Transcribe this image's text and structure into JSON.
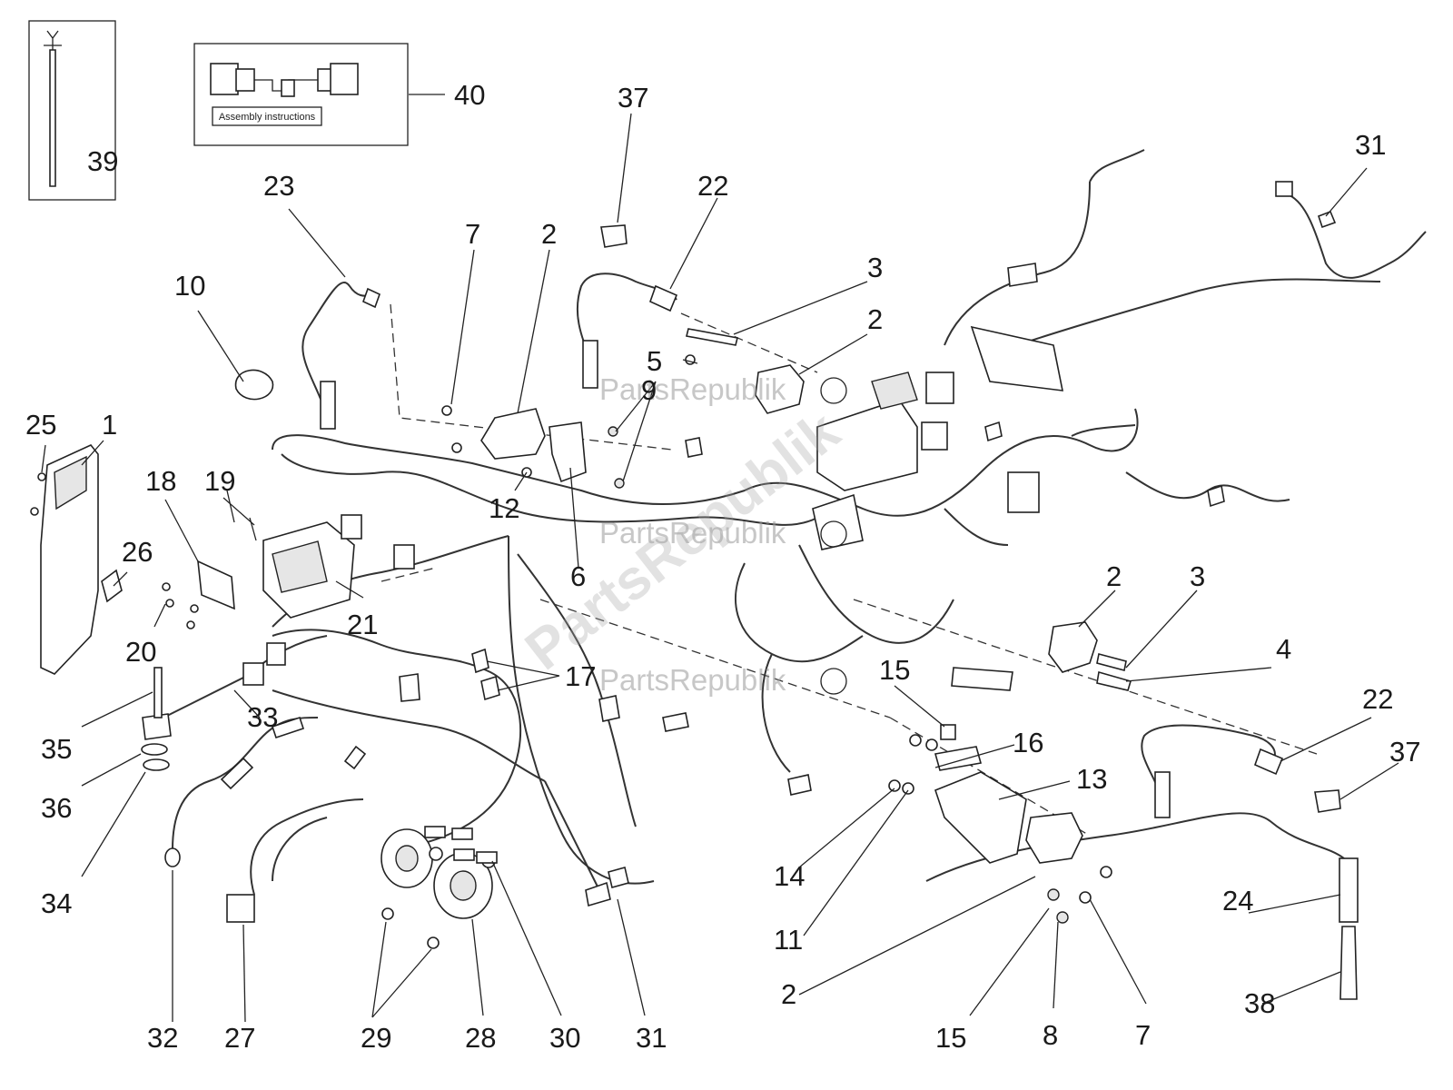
{
  "kit_box": {
    "instruction_label": "Assembly instructions"
  },
  "watermarks": {
    "brand": "PartsRepublik",
    "diagonal": "PartsRepublik"
  },
  "callouts": {
    "c1": "1",
    "c2a": "2",
    "c2b": "2",
    "c2c": "2",
    "c2d": "2",
    "c3a": "3",
    "c3b": "3",
    "c4": "4",
    "c5": "5",
    "c6": "6",
    "c7a": "7",
    "c7b": "7",
    "c8": "8",
    "c9": "9",
    "c10": "10",
    "c11": "11",
    "c12": "12",
    "c13": "13",
    "c14": "14",
    "c15a": "15",
    "c15b": "15",
    "c16": "16",
    "c17": "17",
    "c18": "18",
    "c19": "19",
    "c20": "20",
    "c21": "21",
    "c22a": "22",
    "c22b": "22",
    "c23": "23",
    "c24": "24",
    "c25": "25",
    "c26": "26",
    "c27": "27",
    "c28": "28",
    "c29": "29",
    "c30": "30",
    "c31a": "31",
    "c31b": "31",
    "c32": "32",
    "c33": "33",
    "c34": "34",
    "c35": "35",
    "c36": "36",
    "c37a": "37",
    "c37b": "37",
    "c38": "38",
    "c39": "39",
    "c40": "40"
  }
}
